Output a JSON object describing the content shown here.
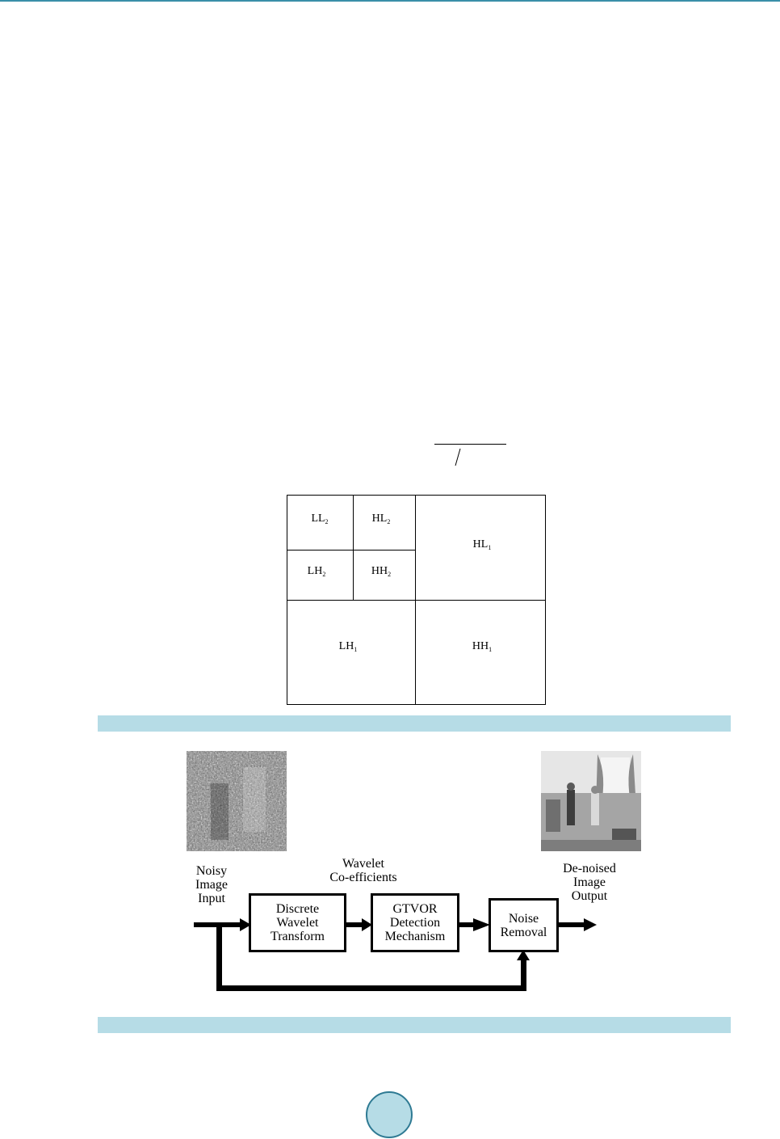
{
  "figure1": {
    "cells": {
      "ll2": {
        "base": "LL",
        "sub": "2"
      },
      "hl2": {
        "base": "HL",
        "sub": "2"
      },
      "lh2": {
        "base": "LH",
        "sub": "2"
      },
      "hh2": {
        "base": "HH",
        "sub": "2"
      },
      "hl1": {
        "base": "HL",
        "sub": "1"
      },
      "lh1": {
        "base": "LH",
        "sub": "1"
      },
      "hh1": {
        "base": "HH",
        "sub": "1"
      }
    }
  },
  "figure2": {
    "wavelet_label": "Wavelet\nCo-efficients",
    "input_label": "Noisy\nImage\nInput",
    "output_label": "De-noised\nImage\nOutput",
    "blocks": {
      "dwt": "Discrete\nWavelet\nTransform",
      "gtvor": "GTVOR\nDetection\nMechanism",
      "noise_removal": "Noise\nRemoval"
    }
  }
}
